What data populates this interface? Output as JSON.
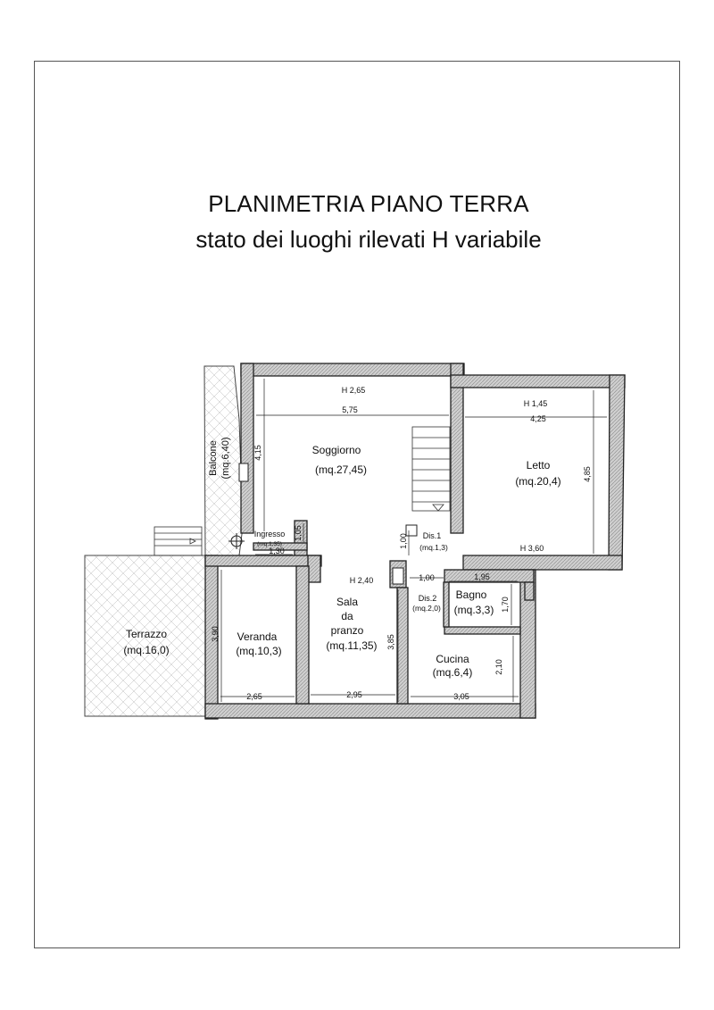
{
  "title": "PLANIMETRIA PIANO TERRA",
  "subtitle": "stato dei luoghi rilevati  H variabile",
  "rooms": {
    "soggiorno": {
      "name": "Soggiorno",
      "area": "(mq.27,45)"
    },
    "letto": {
      "name": "Letto",
      "area": "(mq.20,4)"
    },
    "balcone": {
      "name": "Balcone",
      "area": "(mq.6,40)"
    },
    "ingresso": {
      "name": "Ingresso",
      "area": "(mq.1,35)"
    },
    "dis1": {
      "name": "Dis.1",
      "area": "(mq.1,3)"
    },
    "terrazzo": {
      "name": "Terrazzo",
      "area": "(mq.16,0)"
    },
    "veranda": {
      "name": "Veranda",
      "area": "(mq.10,3)"
    },
    "sala": {
      "line1": "Sala",
      "line2": "da",
      "line3": "pranzo",
      "area": "(mq.11,35)"
    },
    "dis2": {
      "name": "Dis.2",
      "area": "(mq.2,0)"
    },
    "bagno": {
      "name": "Bagno",
      "area": "(mq.3,3)"
    },
    "cucina": {
      "name": "Cucina",
      "area": "(mq.6,4)"
    }
  },
  "heights": {
    "soggiorno": "H 2,65",
    "letto_top": "H 1,45",
    "letto_bottom": "H 3,60",
    "sala": "H 2,40"
  },
  "dimensions": {
    "soggiorno_w": "5,75",
    "soggiorno_h": "4,15",
    "letto_w": "4,25",
    "letto_h": "4,85",
    "ingresso_w": "1,30",
    "ingresso_h": "1,05",
    "dis1_h": "1,00",
    "dis2_w": "1,00",
    "bagno_w": "1,95",
    "bagno_h": "1,70",
    "veranda_h": "3,90",
    "veranda_w": "2,65",
    "sala_w": "2,95",
    "sala_h": "3,85",
    "cucina_w": "3,05",
    "cucina_h": "2,10"
  }
}
